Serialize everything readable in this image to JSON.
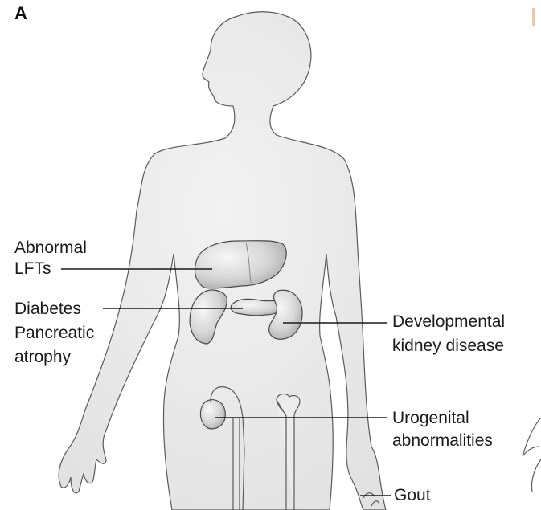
{
  "panel_letter": "A",
  "labels": {
    "liver": [
      "Abnormal",
      "LFTs"
    ],
    "pancreas": [
      "Diabetes",
      "Pancreatic",
      "atrophy"
    ],
    "kidney": [
      "Developmental",
      "kidney disease"
    ],
    "urogenital": [
      "Urogenital",
      "abnormalities"
    ],
    "gout": "Gout"
  },
  "colors": {
    "body_fill": "#e9e9e9",
    "outline": "#5a5a5a",
    "organ_fill": "#d4d4d4",
    "leader_line": "#1a1a1a",
    "text": "#1a1a1a"
  }
}
